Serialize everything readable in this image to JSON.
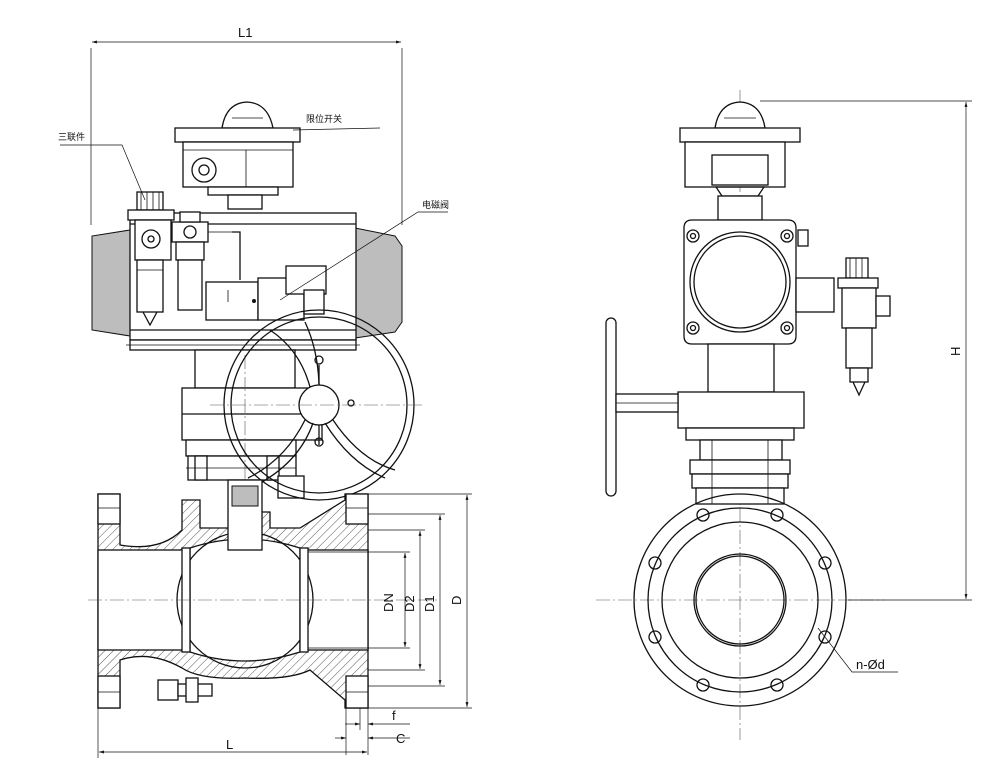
{
  "drawing": {
    "left_view": {
      "labels": {
        "L1": "L1",
        "limit_switch": "限位开关",
        "triplex": "三联件",
        "solenoid_valve": "电磁阀",
        "DN": "DN",
        "D2": "D2",
        "D1": "D1",
        "D": "D",
        "f": "f",
        "C": "C",
        "L": "L"
      }
    },
    "right_view": {
      "labels": {
        "H": "H",
        "bolt_holes": "n-Ød"
      }
    }
  }
}
